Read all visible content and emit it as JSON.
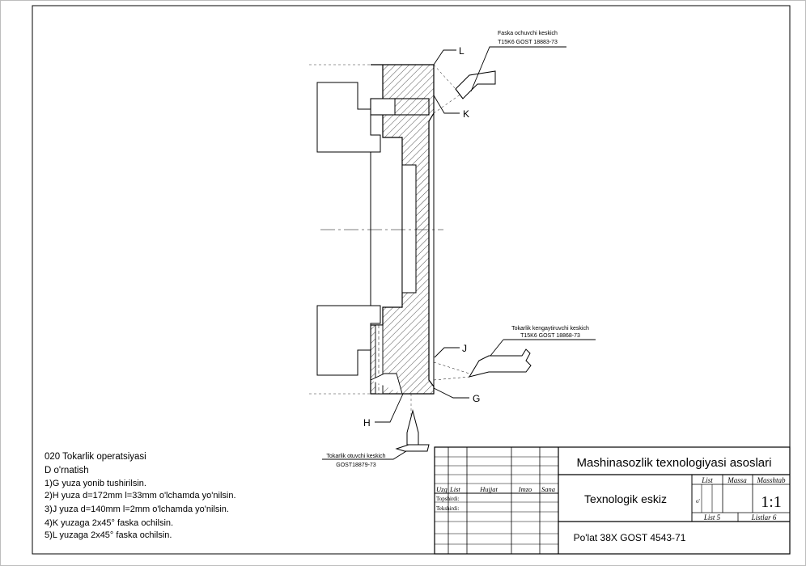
{
  "tool_callouts": {
    "chamfer_tool": {
      "line1": "Faska ochuvchi keskich",
      "line2": "T15K6 GOST 18883-73"
    },
    "boring_tool": {
      "line1": "Tokarlik kengaytiruvchi keskich",
      "line2": "T15K6 GOST 18868-73"
    },
    "parting_tool": {
      "line1": "Tokarlik otuvchi keskich",
      "line2": "GOST18879-73"
    }
  },
  "surface_labels": {
    "L": "L",
    "K": "K",
    "J": "J",
    "G": "G",
    "H": "H"
  },
  "operation": {
    "title": "020 Tokarlik operatsiyasi",
    "setup": "D o'rnatish",
    "steps": [
      "1)G yuza yonib tushirilsin.",
      "2)H yuza d=172mm l=33mm o'lchamda yo'nilsin.",
      "3)J yuza d=140mm l=2mm o'lchamda yo'nilsin.",
      "4)K yuzaga 2x45° faska ochilsin.",
      "5)L yuzaga 2x45° faska ochilsin."
    ]
  },
  "title_block": {
    "course_title": "Mashinasozlik texnologiyasi asoslari",
    "sheet_title": "Texnologik eskiz",
    "material": "Po'lat 38X GOST 4543-71",
    "col_izm": "Uzg",
    "col_list": "List",
    "col_doc": "Hujjat",
    "col_sign": "Imzo",
    "col_date": "Sana",
    "row_submitted": "Topshirdi:",
    "row_checked": "Tekshirdi:",
    "hdr_list": "List",
    "hdr_mass": "Massa",
    "hdr_scale": "Masshtab",
    "lit_mark": "o'",
    "scale": "1:1",
    "sheet": "List 5",
    "sheets": "Listlar 6"
  }
}
